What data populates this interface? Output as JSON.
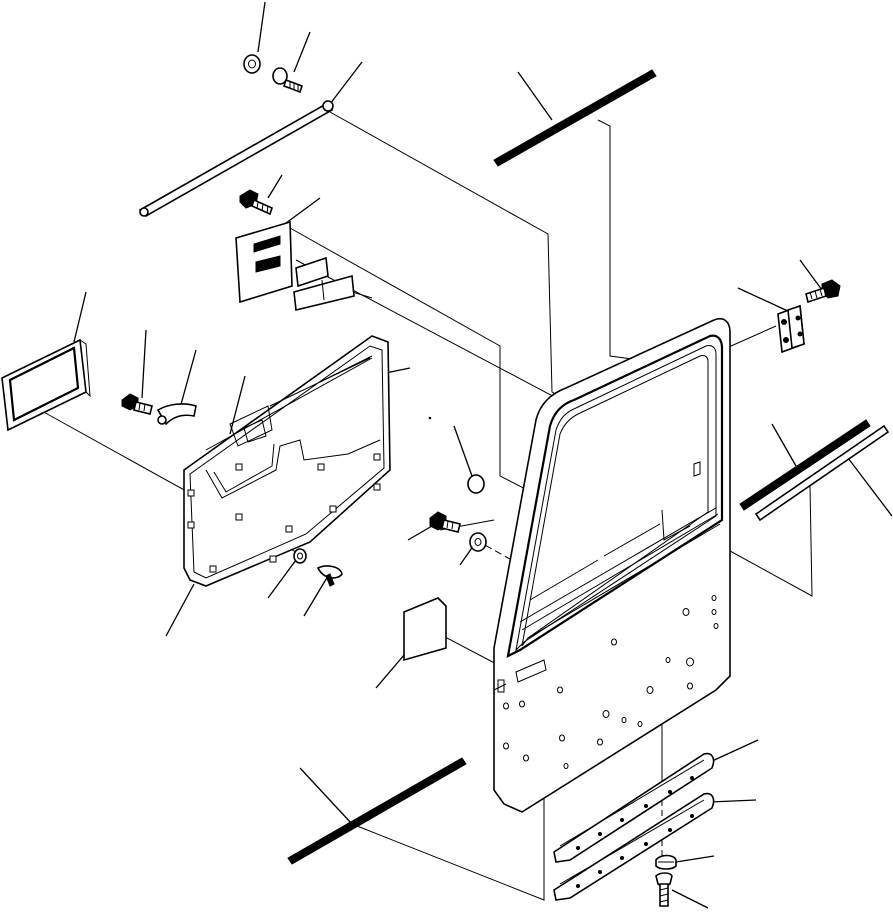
{
  "diagram": {
    "kind": "exploded parts diagram",
    "background": "#ffffff",
    "line_color": "#000000",
    "parts": [
      "washer",
      "bolt",
      "door-stay-rod",
      "window-run-channel-top",
      "bolt",
      "label-plate",
      "door-hinge",
      "bolt",
      "mirror",
      "bolt",
      "inner-handle",
      "door-trim-panel",
      "rubber-plug",
      "bolt",
      "washer",
      "window-seal-strip",
      "door-frame",
      "insulation-pad",
      "trim-clip",
      "screw",
      "weatherstrip-lower",
      "sill-plate",
      "sill-plate",
      "washer",
      "bolt"
    ]
  }
}
